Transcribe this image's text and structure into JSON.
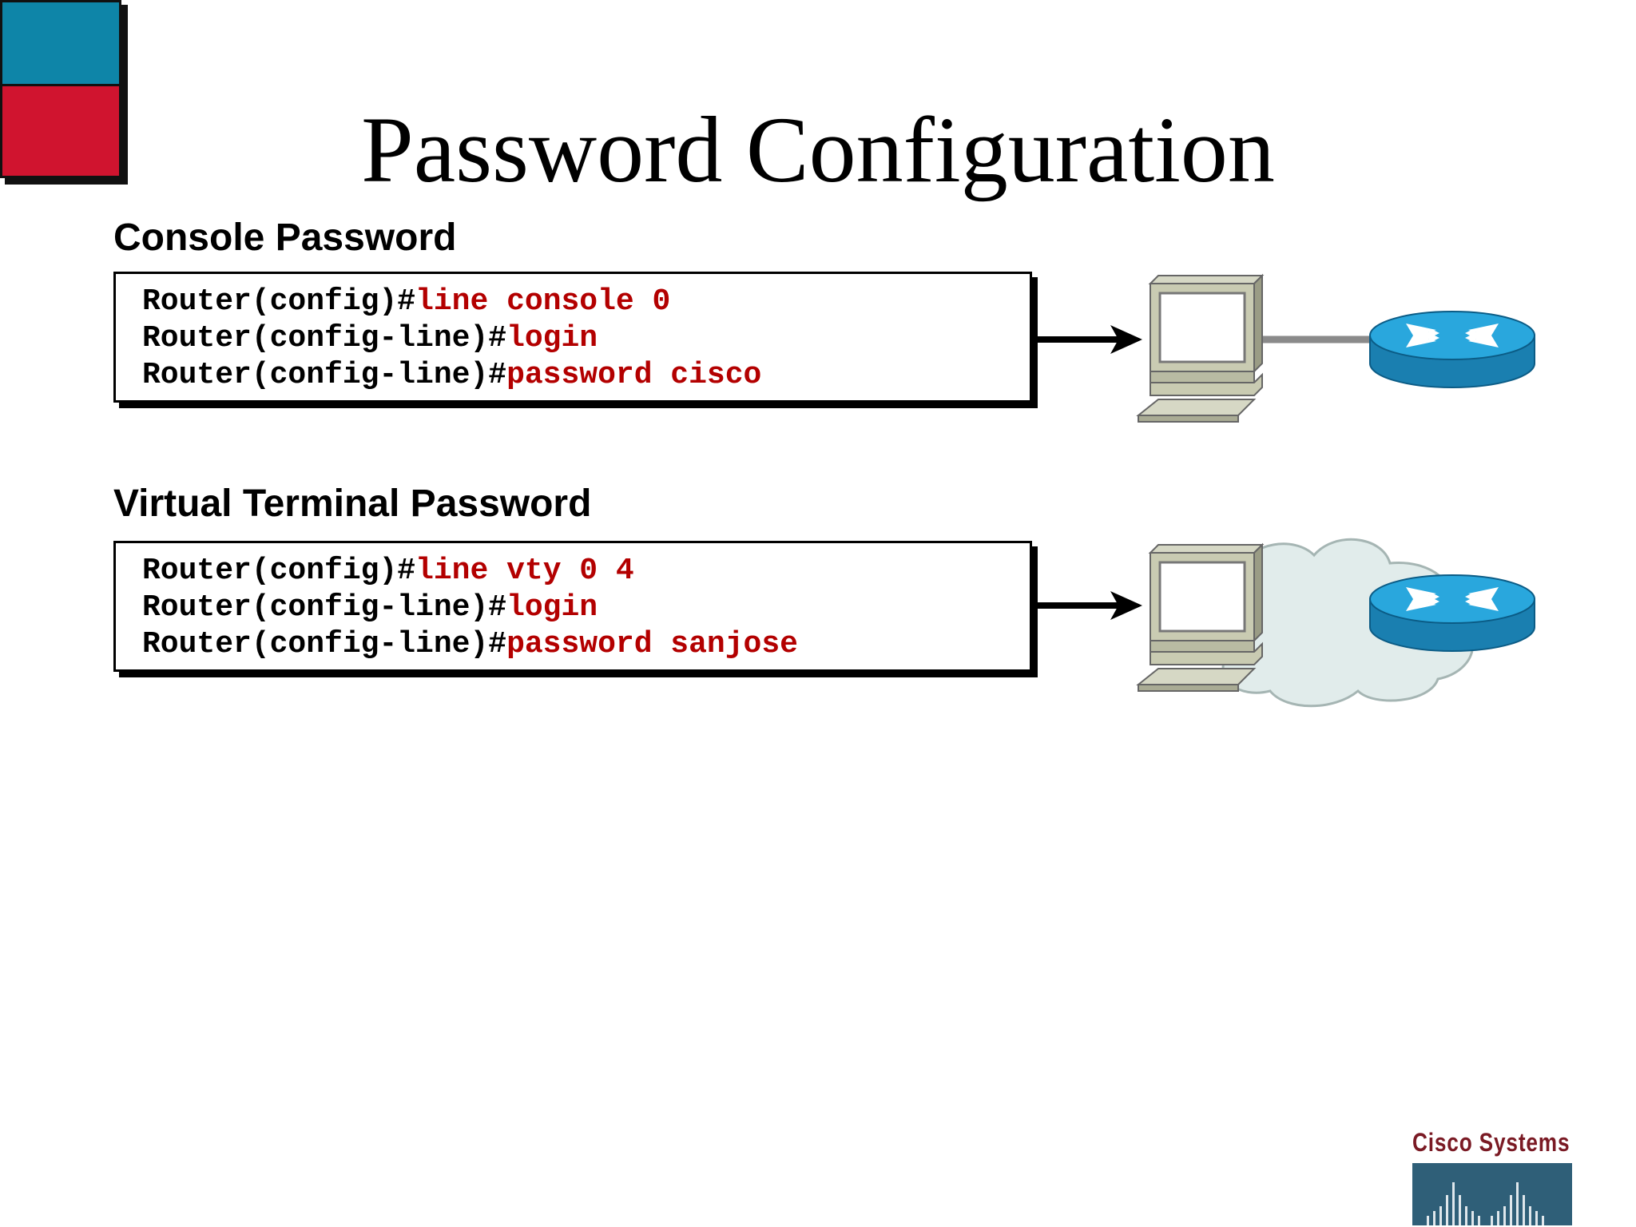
{
  "slide": {
    "title": "Password Configuration",
    "brand": {
      "name": "Cisco Systems",
      "logo_text": "Cisco Systems"
    },
    "accent_colors": {
      "corner_blue": "#0e85a8",
      "corner_red": "#d0142f",
      "command_red": "#b30000"
    }
  },
  "console": {
    "heading": "Console Password",
    "lines": [
      {
        "prompt": "Router(config)#",
        "command": "line console 0"
      },
      {
        "prompt": "Router(config-line)#",
        "command": "login"
      },
      {
        "prompt": "Router(config-line)#",
        "command": "password cisco"
      }
    ],
    "diagram": {
      "icons": [
        "arrow-icon",
        "computer-icon",
        "router-icon"
      ]
    }
  },
  "vty": {
    "heading": "Virtual Terminal Password",
    "lines": [
      {
        "prompt": "Router(config)#",
        "command": "line vty 0 4"
      },
      {
        "prompt": "Router(config-line)#",
        "command": "login"
      },
      {
        "prompt": "Router(config-line)#",
        "command": "password sanjose"
      }
    ],
    "diagram": {
      "icons": [
        "arrow-icon",
        "computer-icon",
        "cloud-icon",
        "router-icon"
      ]
    }
  }
}
